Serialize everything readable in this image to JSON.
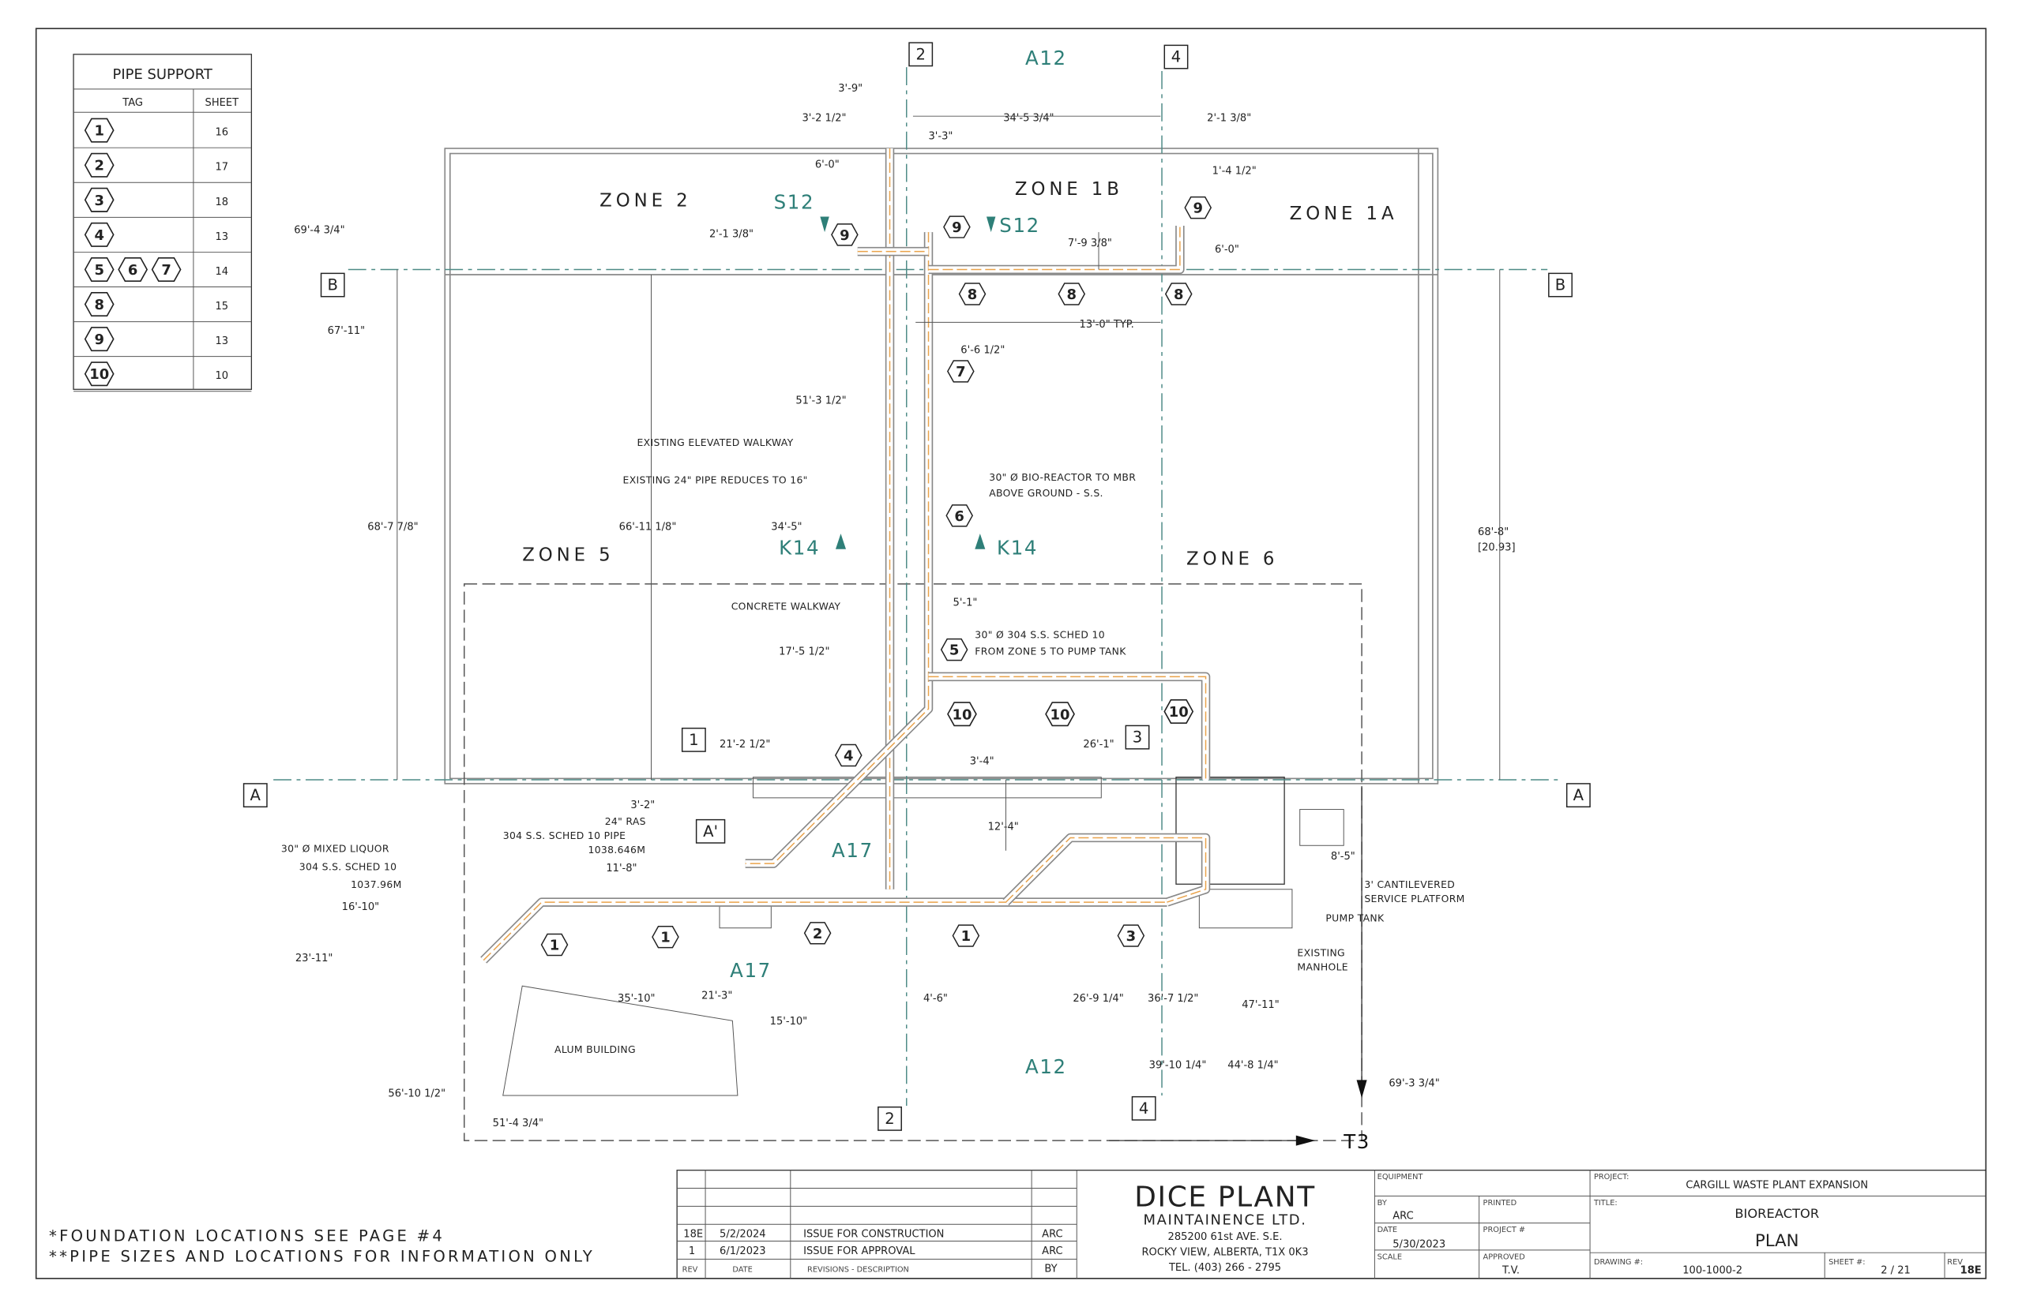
{
  "pipe_support": {
    "title": "PIPE SUPPORT",
    "col_tag": "TAG",
    "col_sheet": "SHEET",
    "rows": [
      {
        "tags": [
          "1"
        ],
        "sheet": "16"
      },
      {
        "tags": [
          "2"
        ],
        "sheet": "17"
      },
      {
        "tags": [
          "3"
        ],
        "sheet": "18"
      },
      {
        "tags": [
          "4"
        ],
        "sheet": "13"
      },
      {
        "tags": [
          "5",
          "6",
          "7"
        ],
        "sheet": "14"
      },
      {
        "tags": [
          "8"
        ],
        "sheet": "15"
      },
      {
        "tags": [
          "9"
        ],
        "sheet": "13"
      },
      {
        "tags": [
          "10"
        ],
        "sheet": "10"
      }
    ]
  },
  "zones": [
    "ZONE 2",
    "ZONE 1B",
    "ZONE 1A",
    "ZONE 5",
    "ZONE 6"
  ],
  "sections": [
    "A12",
    "S12",
    "S12",
    "K14",
    "K14",
    "A17",
    "A17",
    "A12",
    "T3"
  ],
  "grid": [
    "2",
    "2",
    "4",
    "4",
    "B",
    "B",
    "A",
    "A",
    "1",
    "3",
    "A'"
  ],
  "dims": [
    "3'-9\"",
    "3'-2 1/2\"",
    "34'-5 3/4\"",
    "2'-1 3/8\"",
    "3'-3\"",
    "1'-4 1/2\"",
    "6'-0\"",
    "2'-1 3/8\"",
    "7'-9 3/8\"",
    "6'-0\"",
    "69'-4 3/4\"",
    "67'-11\"",
    "13'-0\" TYP.",
    "6'-6 1/2\"",
    "51'-3 1/2\"",
    "68'-7 7/8\"",
    "66'-11 1/8\"",
    "34'-5\"",
    "68'-8\"",
    "[20.93]",
    "5'-1\"",
    "17'-5 1/2\"",
    "21'-2 1/2\"",
    "26'-1\"",
    "3'-4\"",
    "3'-2\"",
    "12'-4\"",
    "11'-8\"",
    "8'-5\"",
    "16'-10\"",
    "23'-11\"",
    "35'-10\"",
    "21'-3\"",
    "15'-10\"",
    "4'-6\"",
    "26'-9 1/4\"",
    "36'-7 1/2\"",
    "47'-11\"",
    "39'-10 1/4\"",
    "44'-8 1/4\"",
    "69'-3 3/4\"",
    "56'-10 1/2\"",
    "51'-4 3/4\""
  ],
  "notes": [
    "EXISTING ELEVATED WALKWAY",
    "EXISTING 24\" PIPE REDUCES TO 16\"",
    "30\" Ø BIO-REACTOR TO MBR",
    "ABOVE GROUND - S.S.",
    "CONCRETE WALKWAY",
    "30\" Ø 304 S.S. SCHED 10",
    "FROM ZONE 5 TO PUMP TANK",
    "24\" RAS",
    "304 S.S. SCHED 10 PIPE",
    "1038.646M",
    "30\" Ø  MIXED LIQUOR",
    "304 S.S. SCHED 10",
    "1037.96M",
    "3' CANTILEVERED",
    "SERVICE PLATFORM",
    "PUMP TANK",
    "EXISTING",
    "MANHOLE",
    "ALUM BUILDING"
  ],
  "tags": [
    "9",
    "9",
    "9",
    "8",
    "8",
    "8",
    "7",
    "6",
    "5",
    "10",
    "10",
    "10",
    "4",
    "1",
    "1",
    "1",
    "2",
    "3"
  ],
  "footer_notes": [
    "*FOUNDATION LOCATIONS SEE PAGE #4",
    "**PIPE SIZES AND LOCATIONS FOR INFORMATION ONLY"
  ],
  "revisions": {
    "rows": [
      {
        "rev": "18E",
        "date": "5/2/2024",
        "desc": "ISSUE FOR CONSTRUCTION",
        "by": "ARC"
      },
      {
        "rev": "1",
        "date": "6/1/2023",
        "desc": "ISSUE FOR APPROVAL",
        "by": "ARC"
      }
    ],
    "header": {
      "rev": "REV",
      "date": "DATE",
      "desc": "REVISIONS - DESCRIPTION",
      "by": "BY"
    }
  },
  "company": {
    "name": "DICE PLANT",
    "sub": "MAINTAINENCE LTD.",
    "addr1": "285200 61st AVE. S.E.",
    "addr2": "ROCKY VIEW, ALBERTA, T1X 0K3",
    "tel": "TEL. (403) 266 - 2795"
  },
  "title_block": {
    "equipment_label": "EQUIPMENT",
    "by_label": "BY",
    "by": "ARC",
    "printed_label": "PRINTED",
    "date_label": "DATE",
    "date": "5/30/2023",
    "project_no_label": "PROJECT #",
    "scale_label": "SCALE",
    "approved_label": "APPROVED",
    "approved": "T.V.",
    "project_label": "PROJECT:",
    "project": "CARGILL WASTE PLANT EXPANSION",
    "title_label": "TITLE:",
    "title1": "BIOREACTOR",
    "title2": "PLAN",
    "drawing_label": "DRAWING #:",
    "drawing": "100-1000-2",
    "sheet_label": "SHEET #:",
    "sheet": "2 / 21",
    "rev_label": "REV",
    "rev": "18E"
  }
}
